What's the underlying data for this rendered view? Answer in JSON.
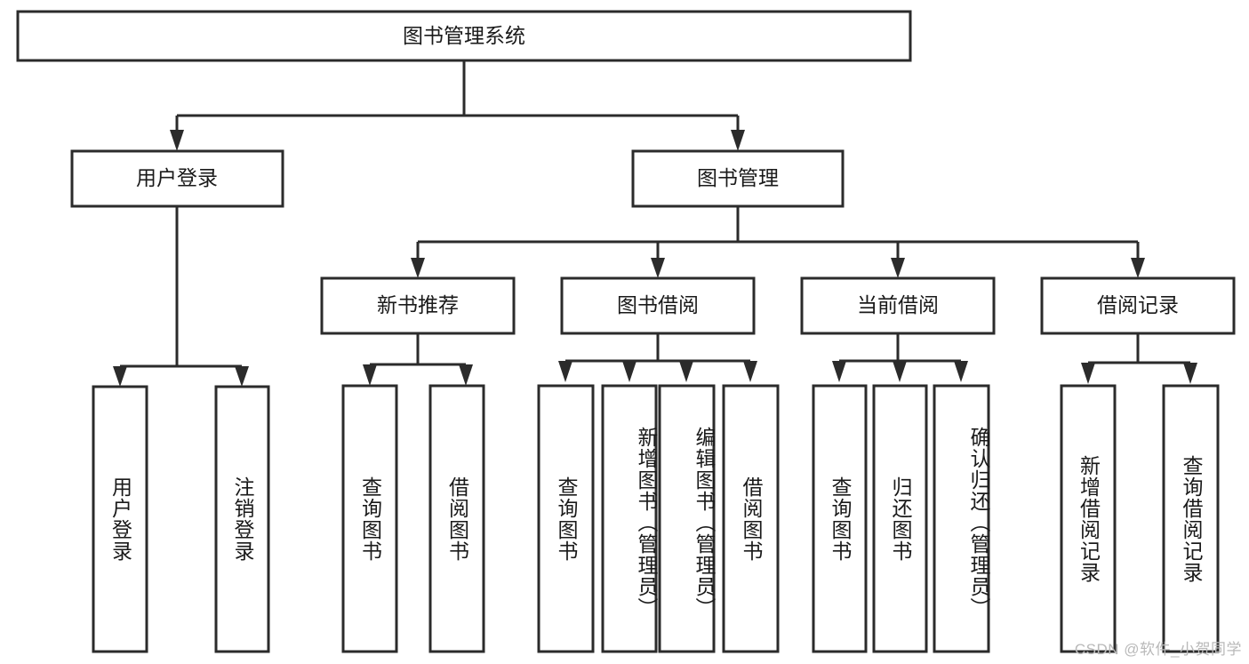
{
  "diagram": {
    "type": "tree",
    "title": "图书管理系统",
    "orientation": "top-down",
    "colors": {
      "box_stroke": "#2b2b2b",
      "box_fill": "#ffffff",
      "text": "#1a1a1a",
      "background": "#ffffff",
      "watermark": "#b9b9b9"
    },
    "root": {
      "label": "图书管理系统"
    },
    "level2": [
      {
        "label": "用户登录"
      },
      {
        "label": "图书管理"
      }
    ],
    "level3": [
      {
        "label": "新书推荐"
      },
      {
        "label": "图书借阅"
      },
      {
        "label": "当前借阅"
      },
      {
        "label": "借阅记录"
      }
    ],
    "leaves": {
      "user_login": [
        {
          "label": "用户登录"
        },
        {
          "label": "注销登录"
        }
      ],
      "new_book_recommend": [
        {
          "label": "查询图书"
        },
        {
          "label": "借阅图书"
        }
      ],
      "book_borrow": [
        {
          "label": "查询图书"
        },
        {
          "label": "新增图书（管理员）"
        },
        {
          "label": "编辑图书（管理员）"
        },
        {
          "label": "借阅图书"
        }
      ],
      "current_borrow": [
        {
          "label": "查询图书"
        },
        {
          "label": "归还图书"
        },
        {
          "label": "确认归还（管理员）"
        }
      ],
      "borrow_record": [
        {
          "label": "新增借阅记录"
        },
        {
          "label": "查询借阅记录"
        }
      ]
    },
    "edges": [
      {
        "from": "图书管理系统",
        "to": "用户登录"
      },
      {
        "from": "图书管理系统",
        "to": "图书管理"
      },
      {
        "from": "用户登录",
        "to": "用户登录"
      },
      {
        "from": "用户登录",
        "to": "注销登录"
      },
      {
        "from": "图书管理",
        "to": "新书推荐"
      },
      {
        "from": "图书管理",
        "to": "图书借阅"
      },
      {
        "from": "图书管理",
        "to": "当前借阅"
      },
      {
        "from": "图书管理",
        "to": "借阅记录"
      },
      {
        "from": "新书推荐",
        "to": "查询图书"
      },
      {
        "from": "新书推荐",
        "to": "借阅图书"
      },
      {
        "from": "图书借阅",
        "to": "查询图书"
      },
      {
        "from": "图书借阅",
        "to": "新增图书（管理员）"
      },
      {
        "from": "图书借阅",
        "to": "编辑图书（管理员）"
      },
      {
        "from": "图书借阅",
        "to": "借阅图书"
      },
      {
        "from": "当前借阅",
        "to": "查询图书"
      },
      {
        "from": "当前借阅",
        "to": "归还图书"
      },
      {
        "from": "当前借阅",
        "to": "确认归还（管理员）"
      },
      {
        "from": "借阅记录",
        "to": "新增借阅记录"
      },
      {
        "from": "借阅记录",
        "to": "查询借阅记录"
      }
    ]
  },
  "watermark": {
    "text": "CSDN @软件_小贺同学"
  }
}
